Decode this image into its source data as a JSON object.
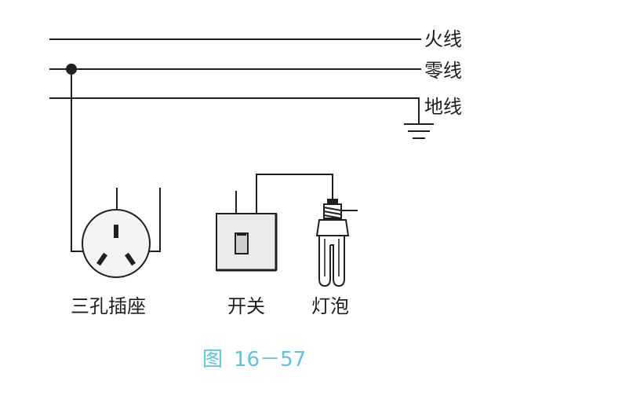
{
  "wires": {
    "live": "火线",
    "neutral": "零线",
    "ground": "地线"
  },
  "components": {
    "socket": "三孔插座",
    "switch": "开关",
    "bulb": "灯泡"
  },
  "caption": {
    "prefix": "图",
    "number": "16－57"
  },
  "colors": {
    "line": "#1f1f1f",
    "switch_fill": "#ebebeb",
    "socket_fill": "#f4f4f4",
    "caption": "#5cc4dc"
  }
}
